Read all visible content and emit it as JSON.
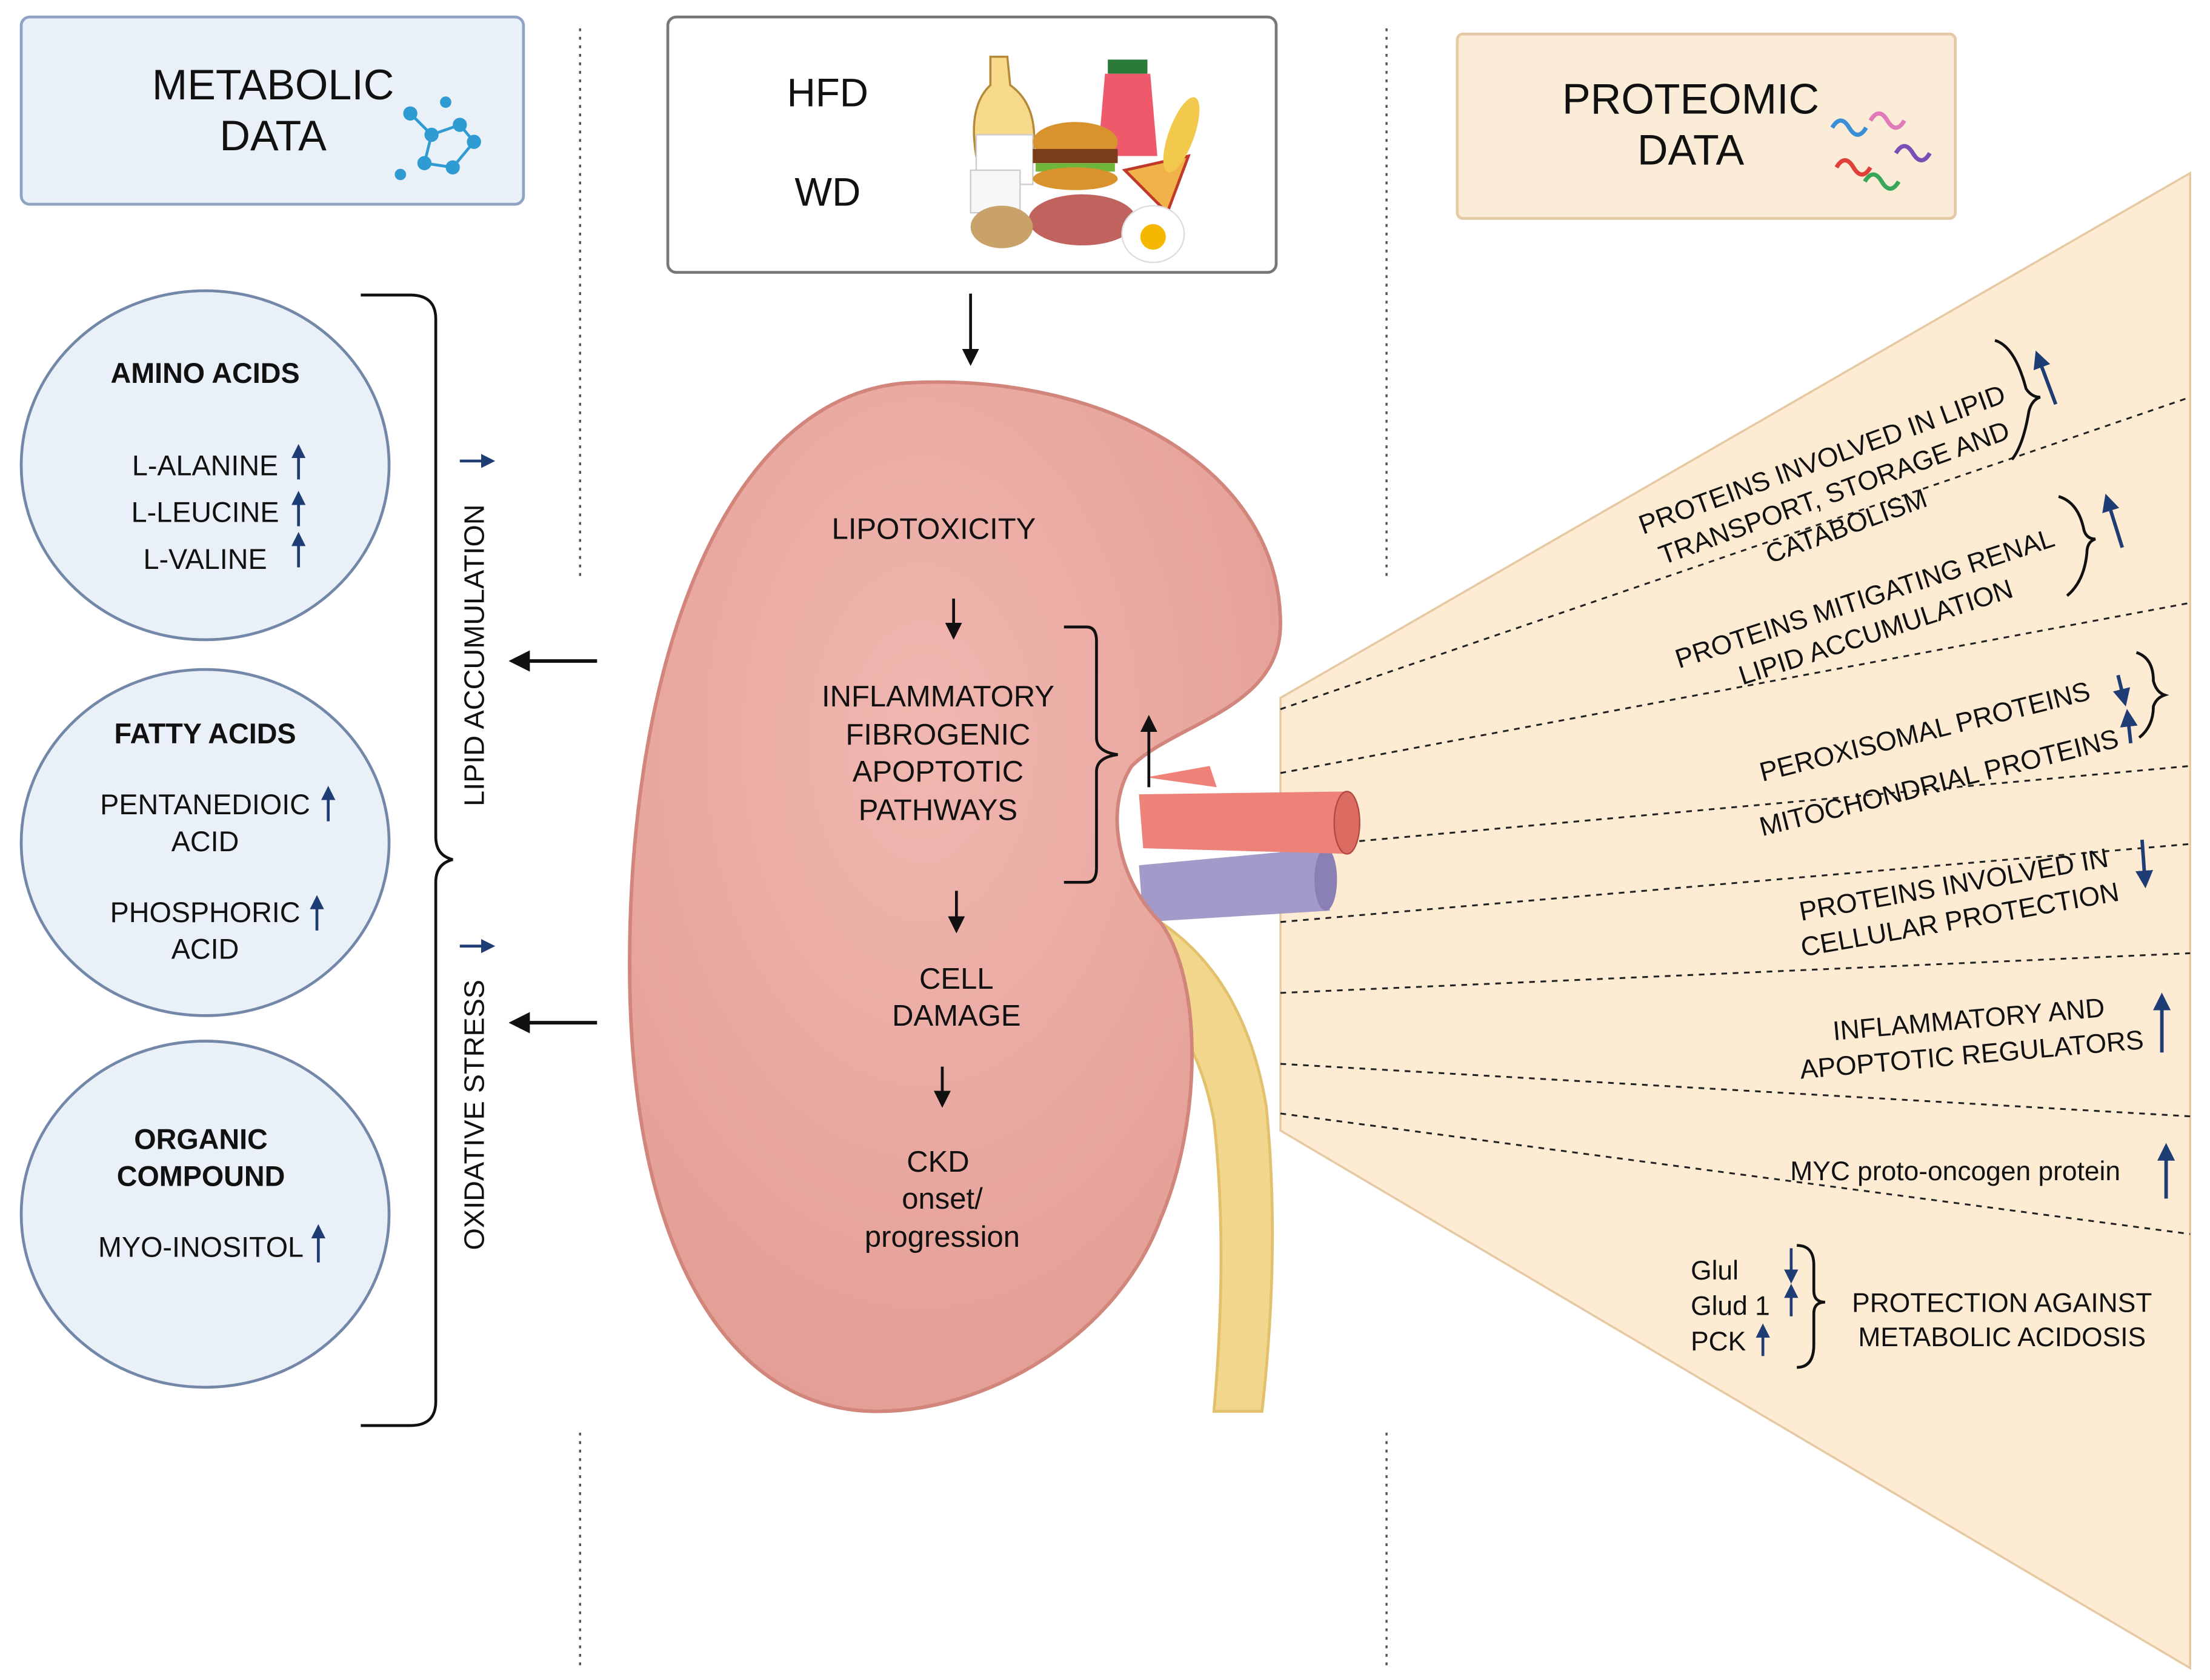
{
  "metabolic_box": {
    "title_line1": "METABOLIC",
    "title_line2": "DATA",
    "icon": "molecule-network-icon"
  },
  "diet_box": {
    "label1": "HFD",
    "label2": "WD",
    "icon": "food-collage-icon"
  },
  "proteomic_box": {
    "title_line1": "PROTEOMIC",
    "title_line2": "DATA",
    "icon": "protein-structures-icon"
  },
  "metabolites": {
    "amino_acids": {
      "title": "AMINO ACIDS",
      "items": [
        "L-ALANINE",
        "L-LEUCINE",
        "L-VALINE"
      ]
    },
    "fatty_acids": {
      "title": "FATTY ACIDS",
      "items": [
        "PENTANEDIOIC",
        "ACID",
        "PHOSPHORIC",
        "ACID"
      ]
    },
    "organic_compound": {
      "title_line1": "ORGANIC",
      "title_line2": "COMPOUND",
      "items": [
        "MYO-INOSITOL"
      ]
    }
  },
  "side_labels": {
    "lipid": "LIPID ACCUMULATION",
    "oxidative": "OXIDATIVE STRESS"
  },
  "kidney": {
    "step1": "LIPOTOXICITY",
    "step2": [
      "INFLAMMATORY",
      "FIBROGENIC",
      "APOPTOTIC",
      "PATHWAYS"
    ],
    "step3": [
      "CELL",
      "DAMAGE"
    ],
    "step4": [
      "CKD",
      "onset/",
      "progression"
    ]
  },
  "proteomic_findings": {
    "lipid_transport": [
      "PROTEINS INVOLVED IN LIPID",
      "TRANSPORT, STORAGE AND",
      "CATABOLISM"
    ],
    "renal_mitigation": [
      "PROTEINS MITIGATING RENAL",
      "LIPID ACCUMULATION"
    ],
    "peroxisomal": "PEROXISOMAL PROTEINS",
    "mitochondrial": "MITOCHONDRIAL PROTEINS",
    "cellular_protection": [
      "PROTEINS INVOLVED IN",
      "CELLULAR PROTECTION"
    ],
    "inflammatory": [
      "INFLAMMATORY AND",
      "APOPTOTIC REGULATORS"
    ],
    "myc": "MYC proto-oncogen protein",
    "genes": [
      "Glul",
      "Glud 1",
      "PCK"
    ],
    "acidosis": [
      "PROTECTION AGAINST",
      "METABOLIC ACIDOSIS"
    ]
  },
  "colors": {
    "metabolic_fill": "#eaf0f8",
    "metabolic_border": "#8fa3c2",
    "proteomic_fill": "#fbecd7",
    "fan_fill": "#fdebd3",
    "kidney_fill": "#e9a9a1",
    "artery": "#ee8278",
    "vein": "#a49ac9",
    "ureter": "#f1d68c",
    "arrow_blue": "#1f3d75"
  }
}
